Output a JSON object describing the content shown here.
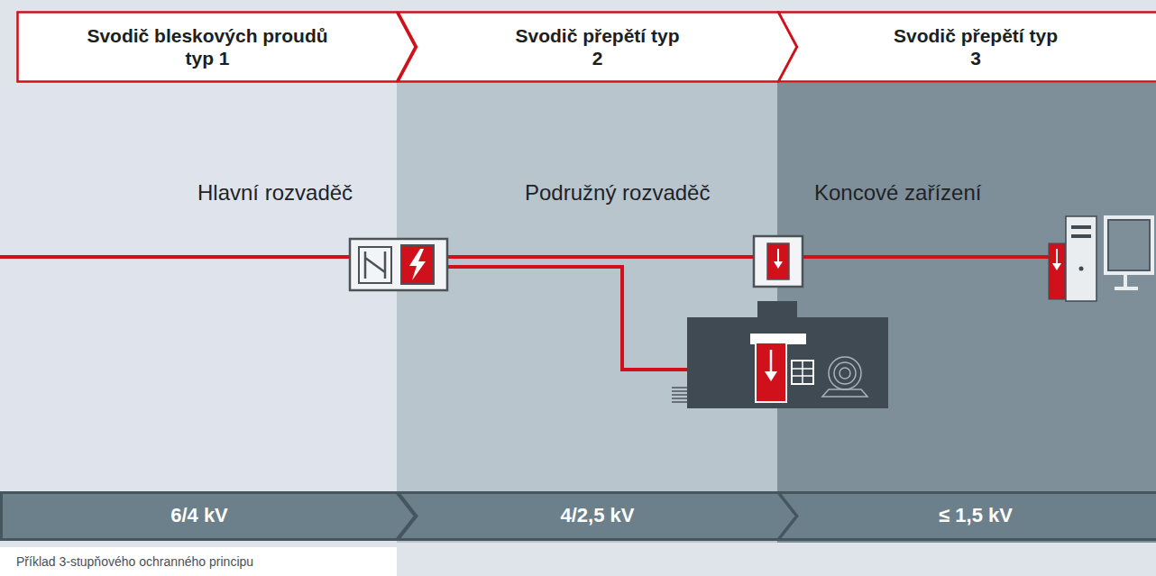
{
  "diagram": {
    "caption": "Příklad 3-stupňového ochranného principu",
    "nodes": [
      {
        "text": [
          "Svodič bleskových proudů typ 1"
        ]
      },
      {
        "text": [
          "Svodič přepětí typ 2"
        ]
      },
      {
        "text": [
          "Svodič přepětí typ 3"
        ]
      },
      {
        "text": [
          "6/4 kV"
        ]
      },
      {
        "text": [
          "4/2,5 kV"
        ]
      },
      {
        "text": [
          "≤ 1,5 kV"
        ]
      }
    ],
    "labels": [
      "Hlavní rozvaděč",
      "Podružný rozvaděč",
      "Koncové zařízení"
    ]
  }
}
